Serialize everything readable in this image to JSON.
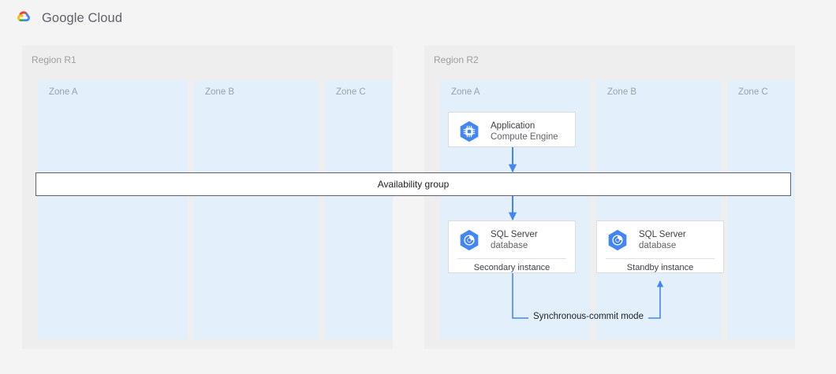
{
  "header": {
    "brand": "Google Cloud",
    "logo_icon": "google-cloud-logo"
  },
  "diagram": {
    "accent_color": "#4285f4",
    "zone_color": "#e3f0fb",
    "region_color": "#eeeeee",
    "page_color": "#f4f4f5",
    "availability_group": {
      "label": "Availability group"
    },
    "sync_connector": {
      "label": "Synchronous-commit mode"
    },
    "regions": [
      {
        "name": "region-r1",
        "label": "Region R1",
        "zones": [
          {
            "name": "zone-a",
            "label": "Zone A",
            "cards": []
          },
          {
            "name": "zone-b",
            "label": "Zone B",
            "cards": []
          },
          {
            "name": "zone-c",
            "label": "Zone C",
            "cards": []
          }
        ]
      },
      {
        "name": "region-r2",
        "label": "Region R2",
        "zones": [
          {
            "name": "zone-a",
            "label": "Zone A",
            "cards": [
              {
                "name": "application-compute-engine",
                "icon": "compute-engine-icon",
                "title": "Application",
                "subtitle": "Compute Engine",
                "footer": ""
              },
              {
                "name": "sql-server-secondary",
                "icon": "sql-server-database-icon",
                "title": "SQL Server",
                "subtitle": "database",
                "footer": "Secondary instance"
              }
            ]
          },
          {
            "name": "zone-b",
            "label": "Zone B",
            "cards": [
              {
                "name": "sql-server-standby",
                "icon": "sql-server-database-icon",
                "title": "SQL Server",
                "subtitle": "database",
                "footer": "Standby instance"
              }
            ]
          },
          {
            "name": "zone-c",
            "label": "Zone C",
            "cards": []
          }
        ]
      }
    ]
  }
}
